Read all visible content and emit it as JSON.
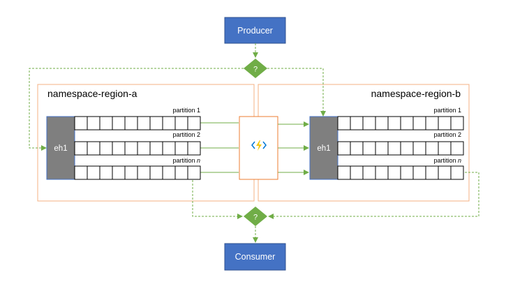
{
  "producer": {
    "label": "Producer"
  },
  "consumer": {
    "label": "Consumer"
  },
  "decision_top": {
    "label": "?"
  },
  "decision_bottom": {
    "label": "?"
  },
  "namespace_a": {
    "title": "namespace-region-a",
    "hub_label": "eh1",
    "partitions": [
      {
        "prefix": "partition ",
        "num": "1"
      },
      {
        "prefix": "partition ",
        "num": "2"
      },
      {
        "prefix": "partition ",
        "num": "n"
      }
    ]
  },
  "namespace_b": {
    "title": "namespace-region-b",
    "hub_label": "eh1",
    "partitions": [
      {
        "prefix": "partition ",
        "num": "1"
      },
      {
        "prefix": "partition ",
        "num": "2"
      },
      {
        "prefix": "partition ",
        "num": "n"
      }
    ]
  },
  "colors": {
    "box_blue": "#4472c4",
    "box_text": "#ffffff",
    "diamond_green": "#70ad47",
    "arrow_green": "#70ad47",
    "namespace_border": "#f4b183",
    "hub_gray": "#7f7f7f",
    "function_border": "#ed7d31",
    "function_icon": "#f2c811",
    "function_bracket": "#0078d4"
  }
}
